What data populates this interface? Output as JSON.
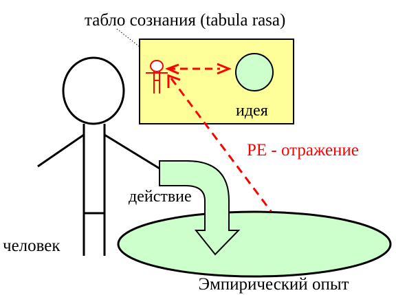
{
  "labels": {
    "consciousness_board": "табло сознания (tabula rasa)",
    "idea": "идея",
    "reflection": "РЕ - отражение",
    "action": "действие",
    "human": "человек",
    "empirical_experience": "Эмпирический опыт"
  },
  "colors": {
    "board_fill": "#ffff99",
    "idea_fill": "#ccffcc",
    "experience_fill": "#ccffcc",
    "arrow_fill": "#ccffcc",
    "reflection_red": "#ff0000",
    "stroke": "#000000"
  }
}
